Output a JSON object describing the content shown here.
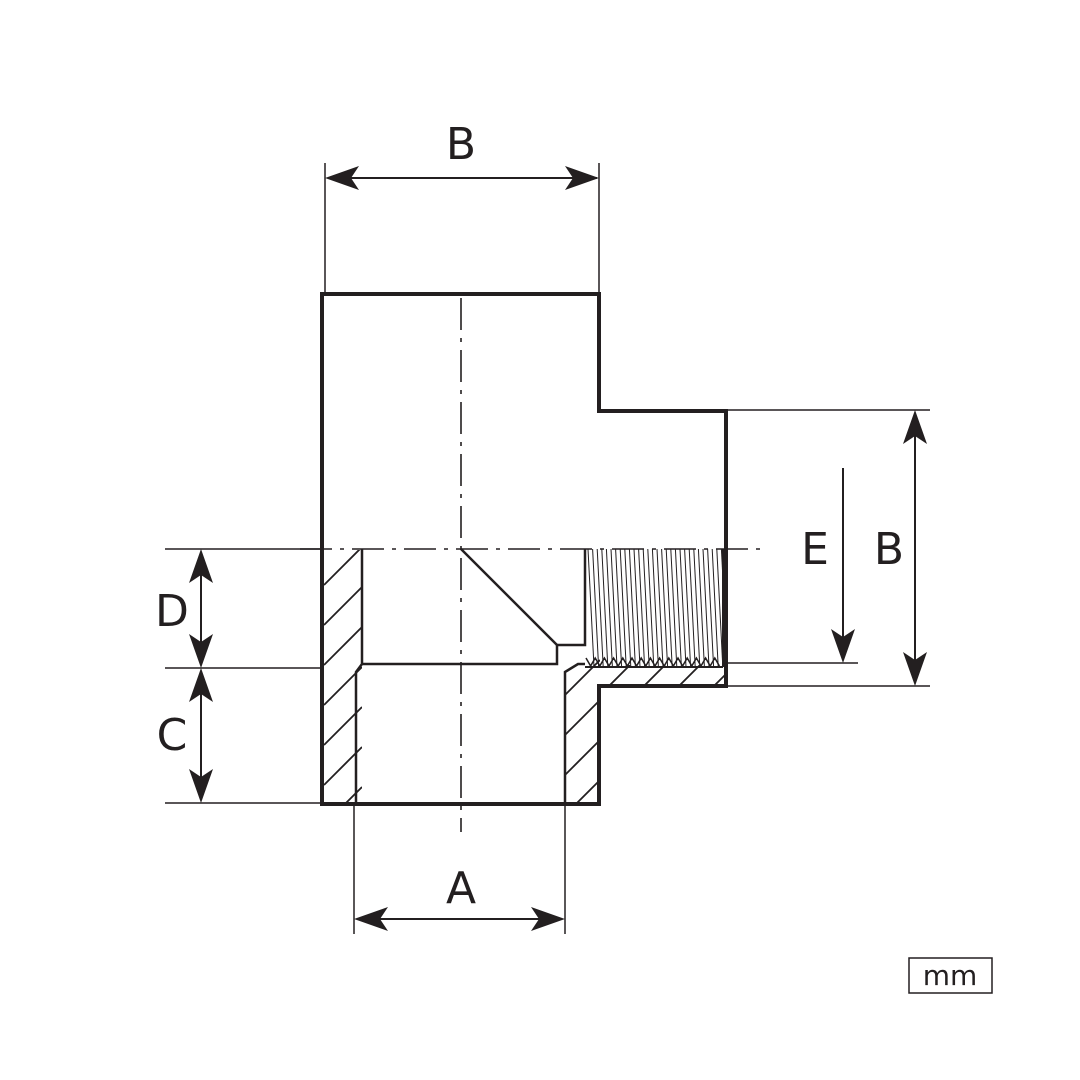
{
  "diagram": {
    "labels": {
      "top_width": "B",
      "side_height": "B",
      "bore_width": "A",
      "socket_depth": "C",
      "spigot_depth": "D",
      "thread_depth": "E"
    },
    "unit": "mm",
    "colors": {
      "line": "#231f20",
      "background": "#ffffff"
    }
  }
}
